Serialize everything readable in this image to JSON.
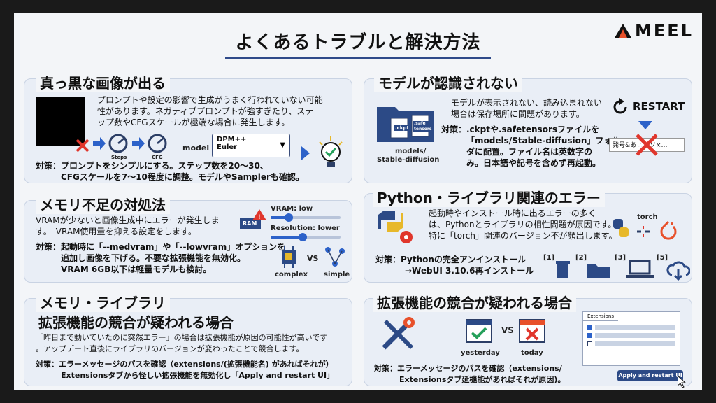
{
  "logo": {
    "text": "MEEL"
  },
  "title": "よくあるトラブルと解決方法",
  "panels": {
    "black": {
      "title": "真っ黒な画像が出る",
      "desc_line1": "プロンプトや設定の影響で生成がうまく行われていない可能",
      "desc_line2": "性があります。ネガティブプロンプトが強すぎたり、ステ",
      "desc_line3": "ップ数やCFGスケールが極端な場合に発生します。",
      "steps_label": "Steps",
      "cfg_label": "CFG",
      "model_label": "model",
      "model_options": [
        "DPM++",
        "Euler"
      ],
      "fix_line1": "対策：プロンプトをシンプルにする。ステップ数を20〜30、",
      "fix_line2": "CFGスケールを7〜10程度に調整。モデルやSamplerも確認。"
    },
    "model": {
      "title": "モデルが認識されない",
      "desc_line1": "モデルが表示されない、読み込まれない",
      "desc_line2": "場合は保存場所に問題があります。",
      "fix_line1": "対策：.ckptや.safetensorsファイルを",
      "fix_line2": "「models/Stable-diffusion」フォル",
      "fix_line3": "ダに配置。ファイル名は英数字の",
      "fix_line4": "み。日本語や記号を含めず再起動。",
      "folder_label1": "models/",
      "folder_label2": "Stable-diffusion",
      "file1": ".ckpt",
      "file2": ".safe tensors",
      "restart": "RESTART",
      "bad_name": "発号&あ ∴ ×ソ×…"
    },
    "memory": {
      "title": "メモリ不足の対処法",
      "desc_line1": "VRAMが少ないと画像生成中にエラーが発生しま",
      "desc_line2": "す。　VRAM使用量を抑える設定をします。",
      "ram_label": "RAM",
      "vram_label": "VRAM: low",
      "res_label": "Resolution: lower",
      "fix_line1": "対策：起動時に「--medvram」や「--lowvram」オプションを",
      "fix_line2": "追加し画像を下げる。不要な拡張機能を無効化。",
      "fix_line3": "VRAM 6GB以下は軽量モデルも検討。",
      "complex_label": "complex",
      "vs_label": "VS",
      "simple_label": "simple"
    },
    "python": {
      "title": "Python・ライブラリ関連のエラー",
      "desc_line1": "起動時やインストール時に出るエラーの多く",
      "desc_line2": "は、Pythonとライブラリの相性問題が原因です。",
      "desc_line3": "特に「torch」関連のバージョン不が頻出します。",
      "torch_label": "torch",
      "fix_line1": "対策：Pythonの完全アンインストール",
      "fix_line2": "→WebUI 3.10.6再インストール",
      "steps": [
        "[1]",
        "[2]",
        "[3]",
        "[5]"
      ]
    },
    "library": {
      "title_line1": "メモリ・ライブラリ",
      "title_line2": "拡張機能の競合が疑われる場合",
      "desc_line1": "「昨日まで動いていたのに突然エラー」の場合は拡張機能が原因の可能性が高いです",
      "desc_line2": "。アップデート直後にライブラリのバージョンが変わったことで競合します。",
      "fix_line1": "対策：エラーメッセージのパスを確認（extensions/(拡張機能名) があればそれが）",
      "fix_line2": "Extensionsタブから怪しい拡張機能を無効化し「Apply and restart UI」"
    },
    "ext": {
      "title": "拡張機能の競合が疑われる場合",
      "yesterday": "yesterday",
      "today": "today",
      "vs": "VS",
      "ext_tab": "Extensions",
      "apply_btn": "Apply and restart UI",
      "fix_line1": "対策：エラーメッセージのパスを確認（extensions/",
      "fix_line2": "Extensionsタブ延機能があればそれが原因)。"
    }
  }
}
